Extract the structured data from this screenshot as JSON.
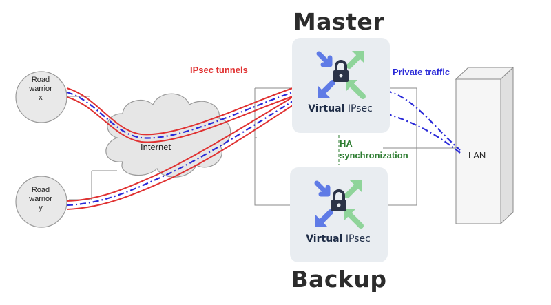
{
  "titles": {
    "master": "Master",
    "backup": "Backup"
  },
  "labels": {
    "ipsec_tunnels": "IPsec tunnels",
    "private_traffic": "Private traffic",
    "ha_line1": "HA",
    "ha_line2": "synchronization",
    "internet": "Internet",
    "lan": "LAN"
  },
  "road_warriors": [
    {
      "line1": "Road",
      "line2": "warrior",
      "line3": "x"
    },
    {
      "line1": "Road",
      "line2": "warrior",
      "line3": "y"
    }
  ],
  "brand": {
    "bold": "Virtual",
    "normal": "IPsec"
  },
  "colors": {
    "tunnel_red": "#e03131",
    "tunnel_blue": "#2a2ad8",
    "ha_green": "#2e7d32",
    "logo_blue": "#5f7be6",
    "logo_green": "#8fd49a",
    "lock": "#2b3347",
    "card_bg": "#e9edf1"
  },
  "icons": [
    "cloud-icon",
    "server-tower-icon",
    "lock-icon",
    "arrows-icon"
  ]
}
